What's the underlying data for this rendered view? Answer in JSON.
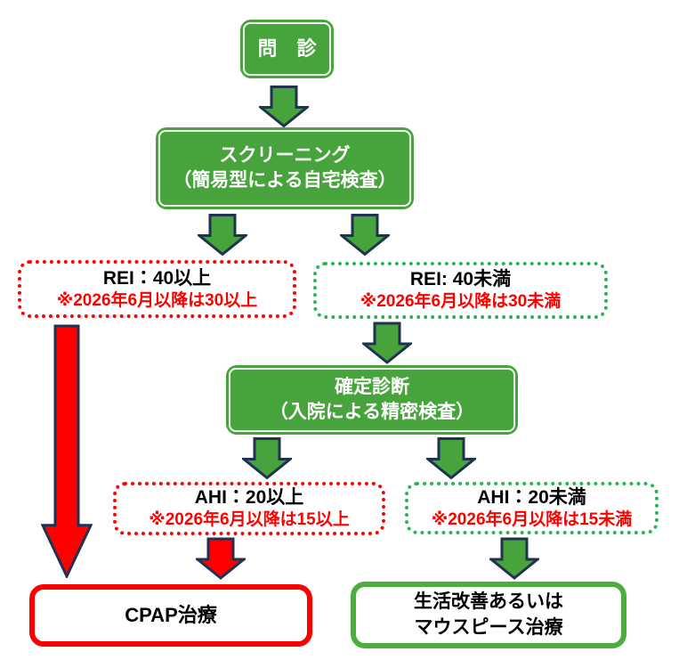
{
  "colors": {
    "green": "#47a33c",
    "green_border": "#4cae3f",
    "dot_green": "#2cb255",
    "red": "#ff0000",
    "outline": "#1f3252",
    "text": "#000000",
    "white": "#ffffff"
  },
  "flowchart": {
    "monshin": {
      "label": "問　診"
    },
    "screening": {
      "line1": "スクリーニング",
      "line2": "（簡易型による自宅検査）"
    },
    "rei_high": {
      "line1": "REI：40以上",
      "line2": "※2026年6月以降は30以上"
    },
    "rei_low": {
      "line1": "REI: 40未満",
      "line2": "※2026年6月以降は30未満"
    },
    "kakutei": {
      "line1": "確定診断",
      "line2": "（入院による精密検査）"
    },
    "ahi_high": {
      "line1": "AHI：20以上",
      "line2": "※2026年6月以降は15以上"
    },
    "ahi_low": {
      "line1": "AHI：20未満",
      "line2": "※2026年6月以降は15未満"
    },
    "cpap": {
      "label": "CPAP治療"
    },
    "lifestyle": {
      "line1": "生活改善あるいは",
      "line2": "マウスピース治療"
    }
  }
}
